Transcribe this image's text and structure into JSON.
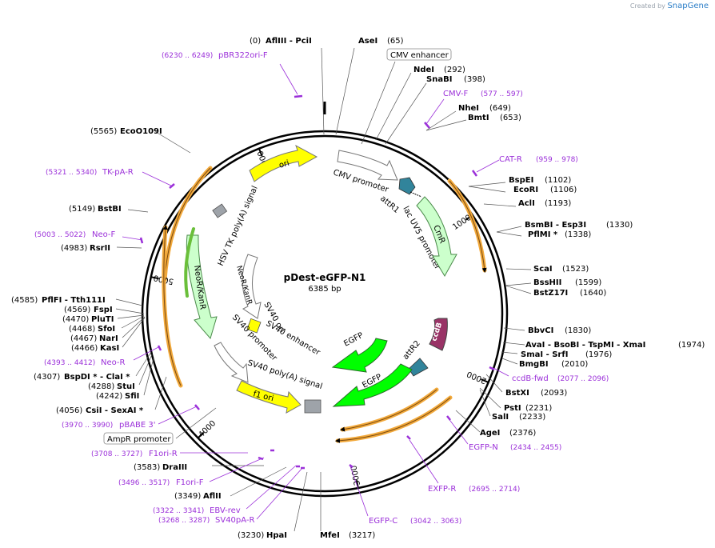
{
  "brand": {
    "created_by": "Created by",
    "product": "SnapGene"
  },
  "plasmid": {
    "name": "pDest-eGFP-N1",
    "size": "6385 bp",
    "length": 6385
  },
  "ticks": [
    {
      "pos": 1000,
      "label": "1000"
    },
    {
      "pos": 2000,
      "label": "2000"
    },
    {
      "pos": 3000,
      "label": "3000"
    },
    {
      "pos": 4000,
      "label": "4000"
    },
    {
      "pos": 5000,
      "label": "5000"
    },
    {
      "pos": 6000,
      "label": "6000"
    }
  ],
  "enzymes_right": [
    {
      "name": "AseI",
      "pos": "(65)"
    },
    {
      "name": "NdeI",
      "pos": "(292)"
    },
    {
      "name": "SnaBI",
      "pos": "(398)"
    },
    {
      "name": "NheI",
      "pos": "(649)"
    },
    {
      "name": "BmtI",
      "pos": "(653)"
    },
    {
      "name": "BspEI",
      "pos": "(1102)"
    },
    {
      "name": "EcoRI",
      "pos": "(1106)"
    },
    {
      "name": "AclI",
      "pos": "(1193)"
    },
    {
      "name": "BsmBI - Esp3I",
      "pos": "(1330)"
    },
    {
      "name": "PflMI *",
      "pos": "(1338)"
    },
    {
      "name": "ScaI",
      "pos": "(1523)"
    },
    {
      "name": "BssHII",
      "pos": "(1599)"
    },
    {
      "name": "BstZ17I",
      "pos": "(1640)"
    },
    {
      "name": "BbvCI",
      "pos": "(1830)"
    },
    {
      "name": "AvaI - BsoBI - TspMI - XmaI",
      "pos": "(1974)"
    },
    {
      "name": "SmaI - SrfI",
      "pos": "(1976)"
    },
    {
      "name": "BmgBI",
      "pos": "(2010)"
    },
    {
      "name": "BstXI",
      "pos": "(2093)"
    },
    {
      "name": "PstI",
      "pos": "(2231)"
    },
    {
      "name": "SalI",
      "pos": "(2233)"
    },
    {
      "name": "AgeI",
      "pos": "(2376)"
    }
  ],
  "enzymes_left": [
    {
      "name": "AflIII - PciI",
      "pos": "(0)"
    },
    {
      "name": "EcoO109I",
      "pos": "(5565)"
    },
    {
      "name": "BstBI",
      "pos": "(5149)"
    },
    {
      "name": "RsrII",
      "pos": "(4983)"
    },
    {
      "name": "PflFI - Tth111I",
      "pos": "(4585)"
    },
    {
      "name": "FspI",
      "pos": "(4569)"
    },
    {
      "name": "PluTI",
      "pos": "(4470)"
    },
    {
      "name": "SfoI",
      "pos": "(4468)"
    },
    {
      "name": "NarI",
      "pos": "(4467)"
    },
    {
      "name": "KasI",
      "pos": "(4466)"
    },
    {
      "name": "BspDI * - ClaI *",
      "pos": "(4307)"
    },
    {
      "name": "StuI",
      "pos": "(4288)"
    },
    {
      "name": "SfiI",
      "pos": "(4242)"
    },
    {
      "name": "CsiI - SexAI *",
      "pos": "(4056)"
    },
    {
      "name": "DraIII",
      "pos": "(3583)"
    },
    {
      "name": "AflII",
      "pos": "(3349)"
    },
    {
      "name": "HpaI",
      "pos": "(3230)"
    },
    {
      "name": "MfeI",
      "pos": "(3217)"
    }
  ],
  "primers": [
    {
      "name": "pBR322ori-F",
      "range": "(6230 .. 6249)"
    },
    {
      "name": "CMV-F",
      "range": "(577 .. 597)"
    },
    {
      "name": "CAT-R",
      "range": "(959 .. 978)"
    },
    {
      "name": "TK-pA-R",
      "range": "(5321 .. 5340)"
    },
    {
      "name": "Neo-F",
      "range": "(5003 .. 5022)"
    },
    {
      "name": "Neo-R",
      "range": "(4393 .. 4412)"
    },
    {
      "name": "pBABE 3'",
      "range": "(3970 .. 3990)"
    },
    {
      "name": "F1ori-R",
      "range": "(3708 .. 3727)"
    },
    {
      "name": "F1ori-F",
      "range": "(3496 .. 3517)"
    },
    {
      "name": "EBV-rev",
      "range": "(3322 .. 3341)"
    },
    {
      "name": "SV40pA-R",
      "range": "(3268 .. 3287)"
    },
    {
      "name": "ccdB-fwd",
      "range": "(2077 .. 2096)"
    },
    {
      "name": "EGFP-N",
      "range": "(2434 .. 2455)"
    },
    {
      "name": "EXFP-R",
      "range": "(2695 .. 2714)"
    },
    {
      "name": "EGFP-C",
      "range": "(3042 .. 3063)"
    }
  ],
  "boxed_labels": {
    "cmv_enhancer": "CMV enhancer",
    "ampr_promoter": "AmpR promoter"
  },
  "features": {
    "cmv_promoter": "CMV promoter",
    "attr1": "attR1",
    "lac_uv5": "lac UV5 promoter",
    "cmr": "CmR",
    "ccdb": "ccdB",
    "attr2": "attR2",
    "egfp": "EGFP",
    "ori": "ori",
    "hsv_tk": "HSV TK poly(A) signal",
    "neokan": "NeoR/KanR",
    "sv40_ori": "SV40 ori",
    "sv40_enh": "SV40 enhancer",
    "sv40_prom": "SV40 promoter",
    "sv40_polya": "SV40 poly(A) signal",
    "f1_ori": "f1 ori"
  },
  "colors": {
    "backbone": "#000000",
    "ori": "#ffff00",
    "cmr": "#ccffcc",
    "ccdb": "#993366",
    "attr": "#31849b",
    "egfp": "#00ff00",
    "neokan": "#ccffcc",
    "promoter": "#ffffff",
    "primer": "#9b30d9",
    "orf_arrow": "#f2a93b"
  }
}
